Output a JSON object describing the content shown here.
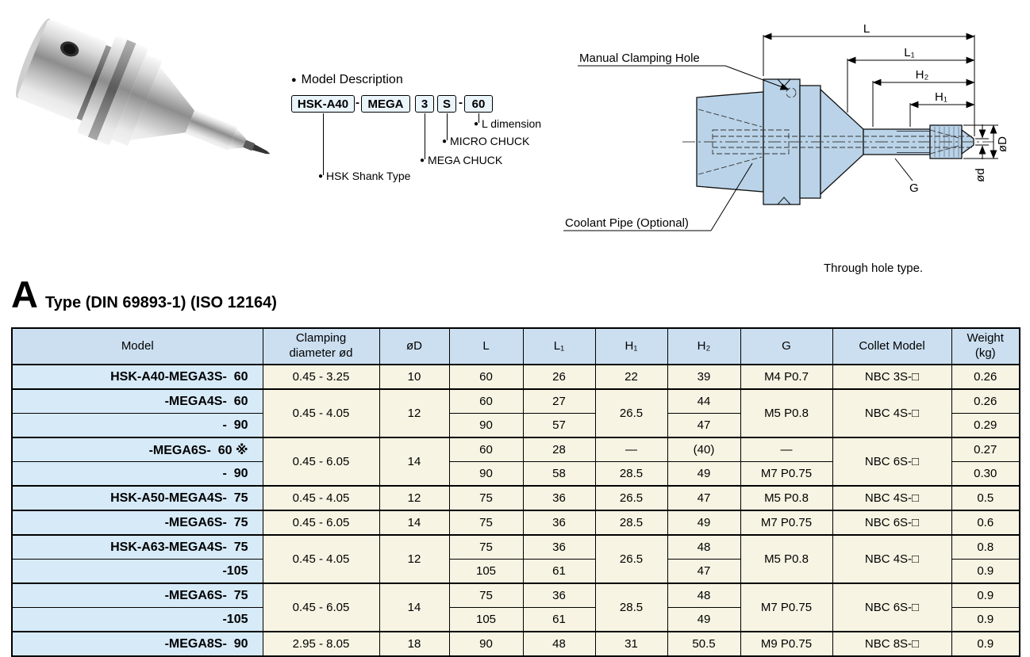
{
  "model_description": {
    "bullet": "●",
    "heading": "Model Description",
    "dash": "-",
    "boxes": [
      "HSK-A40",
      "MEGA",
      "3",
      "S",
      "60"
    ],
    "callouts": [
      "L dimension",
      "MICRO CHUCK",
      "MEGA CHUCK",
      "HSK Shank Type"
    ]
  },
  "drawing": {
    "manual_clamping_hole": "Manual Clamping Hole",
    "coolant_pipe": "Coolant Pipe (Optional)",
    "caption": "Through hole type.",
    "dims": {
      "l": "L",
      "l1": "L₁",
      "h2": "H₂",
      "h1": "H₁",
      "d_big": "øD",
      "d_small": "ød",
      "g": "G"
    }
  },
  "section": {
    "letter": "A",
    "title": "Type (DIN 69893-1) (ISO 12164)"
  },
  "table": {
    "headers": [
      "Model",
      "Clamping\ndiameter ød",
      "øD",
      "L",
      "L₁",
      "H₁",
      "H₂",
      "G",
      "Collet Model",
      "Weight\n(kg)"
    ],
    "rows": [
      {
        "model": "HSK-A40-MEGA3S-  60",
        "clamp": "0.45 - 3.25",
        "od": "10",
        "l": "60",
        "l1": "26",
        "h1": "22",
        "h2": "39",
        "g": "M4 P0.7",
        "collet": "NBC 3S-□",
        "wt": "0.26"
      },
      {
        "model": "-MEGA4S-  60",
        "clamp": "0.45 - 4.05",
        "od": "12",
        "l": "60",
        "l1": "27",
        "h1": "26.5",
        "h2": "44",
        "g": "M5 P0.8",
        "collet": "NBC 4S-□",
        "wt": "0.26"
      },
      {
        "model": "-  90",
        "l": "90",
        "l1": "57",
        "h2": "47",
        "wt": "0.29"
      },
      {
        "model": "-MEGA6S-  60 ※",
        "clamp": "0.45 - 6.05",
        "od": "14",
        "l": "60",
        "l1": "28",
        "h1": "—",
        "h2": "(40)",
        "g": "—",
        "collet": "NBC 6S-□",
        "wt": "0.27"
      },
      {
        "model": "-  90",
        "l": "90",
        "l1": "58",
        "h1": "28.5",
        "h2": "49",
        "g": "M7 P0.75",
        "wt": "0.30"
      },
      {
        "model": "HSK-A50-MEGA4S-  75",
        "clamp": "0.45 - 4.05",
        "od": "12",
        "l": "75",
        "l1": "36",
        "h1": "26.5",
        "h2": "47",
        "g": "M5 P0.8",
        "collet": "NBC 4S-□",
        "wt": "0.5"
      },
      {
        "model": "-MEGA6S-  75",
        "clamp": "0.45 - 6.05",
        "od": "14",
        "l": "75",
        "l1": "36",
        "h1": "28.5",
        "h2": "49",
        "g": "M7 P0.75",
        "collet": "NBC 6S-□",
        "wt": "0.6"
      },
      {
        "model": "HSK-A63-MEGA4S-  75",
        "clamp": "0.45 - 4.05",
        "od": "12",
        "l": "75",
        "l1": "36",
        "h1": "26.5",
        "h2": "48",
        "g": "M5 P0.8",
        "collet": "NBC 4S-□",
        "wt": "0.8"
      },
      {
        "model": "-105",
        "l": "105",
        "l1": "61",
        "h2": "47",
        "wt": "0.9"
      },
      {
        "model": "-MEGA6S-  75",
        "clamp": "0.45 - 6.05",
        "od": "14",
        "l": "75",
        "l1": "36",
        "h1": "28.5",
        "h2": "48",
        "g": "M7 P0.75",
        "collet": "NBC 6S-□",
        "wt": "0.9"
      },
      {
        "model": "-105",
        "l": "105",
        "l1": "61",
        "h2": "49",
        "wt": "0.9"
      },
      {
        "model": "-MEGA8S-  90",
        "clamp": "2.95 - 8.05",
        "od": "18",
        "l": "90",
        "l1": "48",
        "h1": "31",
        "h2": "50.5",
        "g": "M9 P0.75",
        "collet": "NBC 8S-□",
        "wt": "0.9"
      }
    ]
  }
}
